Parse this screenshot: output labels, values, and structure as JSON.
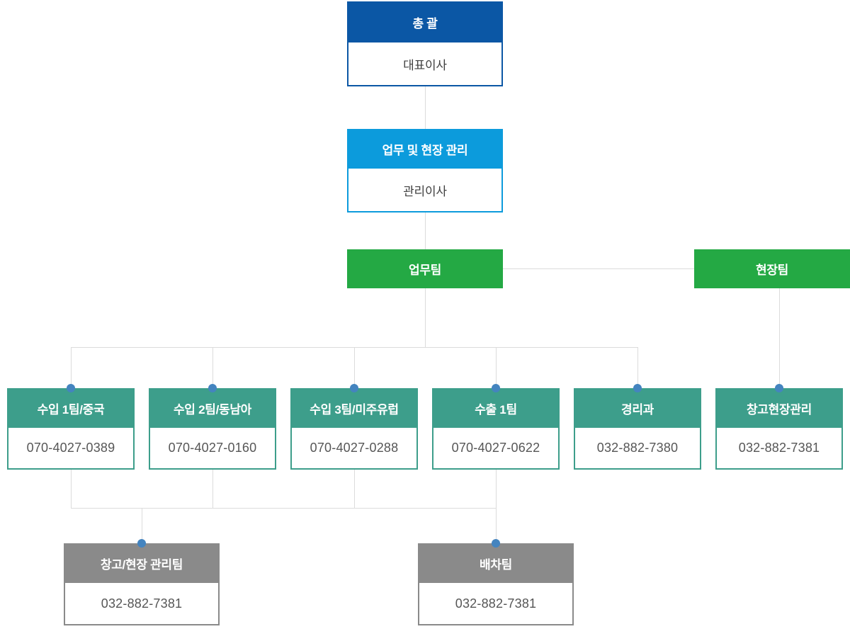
{
  "diagram": {
    "type": "org-chart",
    "language": "ko"
  },
  "colors": {
    "dark_blue": "#0b57a5",
    "sky_blue": "#0c9bdc",
    "green": "#24a944",
    "teal": "#3d9e8b",
    "gray": "#8a8a8a",
    "connector_line": "#dcdcdc",
    "connector_dot": "#4484bf"
  },
  "root": {
    "title": "총 괄",
    "body": "대표이사"
  },
  "manager": {
    "title": "업무 및 현장 관리",
    "body": "관리이사"
  },
  "teams": {
    "business": {
      "title": "업무팀"
    },
    "field": {
      "title": "현장팀"
    }
  },
  "departments": [
    {
      "title": "수입 1팀/중국",
      "phone": "070-4027-0389"
    },
    {
      "title": "수입 2팀/동남아",
      "phone": "070-4027-0160"
    },
    {
      "title": "수입 3팀/미주유럽",
      "phone": "070-4027-0288"
    },
    {
      "title": "수출 1팀",
      "phone": "070-4027-0622"
    },
    {
      "title": "경리과",
      "phone": "032-882-7380"
    },
    {
      "title": "창고현장관리",
      "phone": "032-882-7381"
    }
  ],
  "sub_teams": [
    {
      "title": "창고/현장 관리팀",
      "phone": "032-882-7381"
    },
    {
      "title": "배차팀",
      "phone": "032-882-7381"
    }
  ]
}
